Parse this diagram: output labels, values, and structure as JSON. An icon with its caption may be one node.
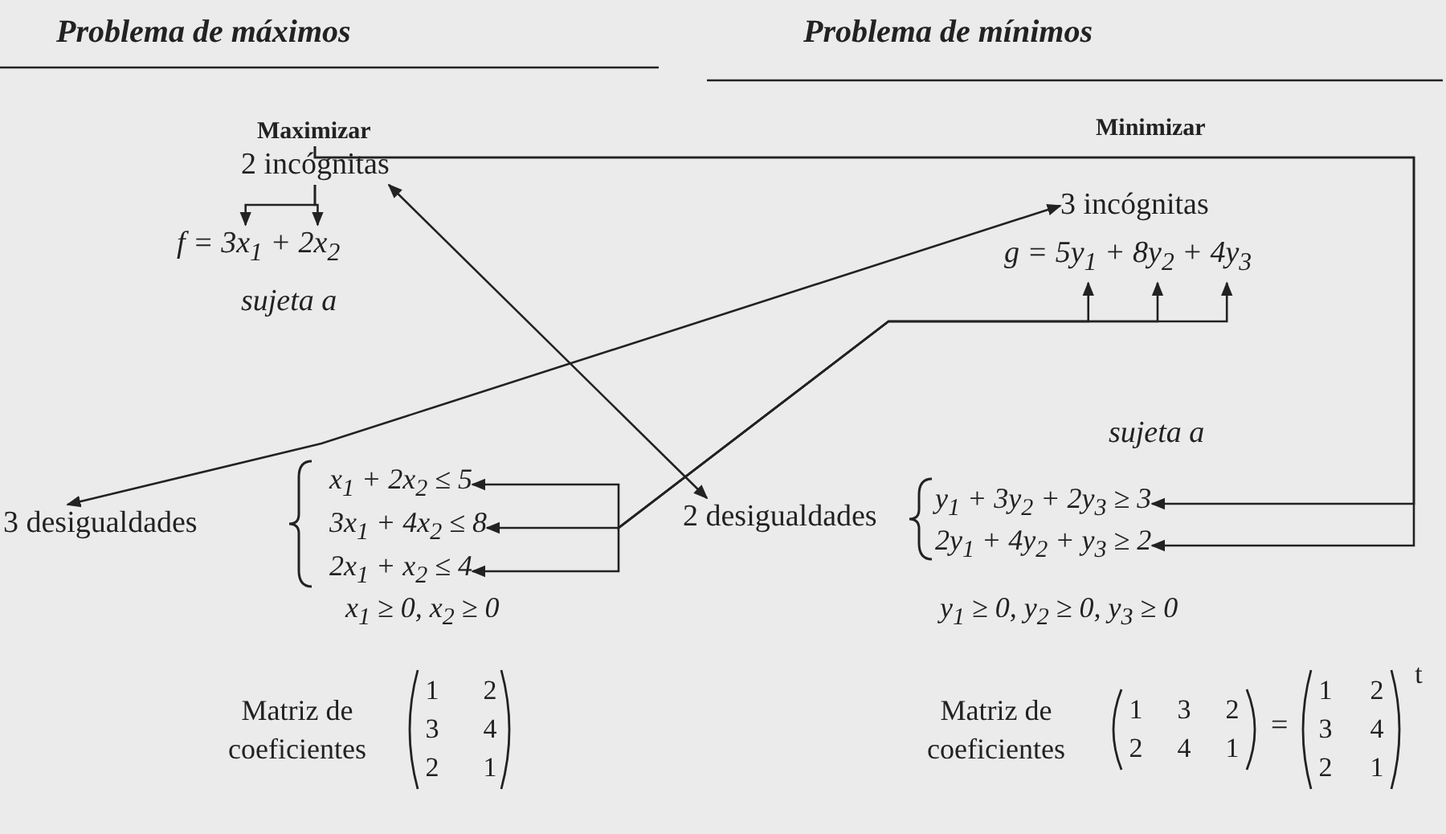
{
  "diagram": {
    "nodes": [
      {
        "text": [
          "2 incógnitas"
        ]
      },
      {
        "text": [
          "f = 3x$_{1}$ + 2x$_{2}$"
        ]
      },
      {
        "text": [
          "3 desigualdades"
        ]
      },
      {
        "text": [
          "x$_{1}$ + 2x$_{2}$ ≤ 5"
        ]
      },
      {
        "text": [
          "3x$_{1}$ + 4x$_{2}$ ≤ 8"
        ]
      },
      {
        "text": [
          "2x$_{1}$ + x$_{2}$ ≤ 4"
        ]
      },
      {
        "text": [
          "3 incógnitas"
        ]
      },
      {
        "text": [
          "g = 5y$_{1}$ + 8y$_{2}$ + 4y$_{3}$"
        ]
      },
      {
        "text": [
          "2 desigualdades"
        ]
      },
      {
        "text": [
          "y$_{1}$ + 3y$_{2}$ + 2y$_{3}$ ≥ 3"
        ]
      },
      {
        "text": [
          "2y$_{1}$ + 4y$_{2}$ + y$_{3}$ ≥ 2"
        ]
      }
    ],
    "edges": [
      {
        "from": 0,
        "to": 1,
        "arrow": "to"
      },
      {
        "from": 0,
        "to": 1,
        "arrow": "to"
      },
      {
        "from": 0,
        "to": 9,
        "arrow": "to"
      },
      {
        "from": 0,
        "to": 10,
        "arrow": "to"
      },
      {
        "from": 2,
        "to": 6,
        "arrow": "both"
      },
      {
        "from": 0,
        "to": 8,
        "arrow": "both"
      },
      {
        "from": 3,
        "to": 7,
        "arrow": "both"
      },
      {
        "from": 4,
        "to": 7,
        "arrow": "both"
      },
      {
        "from": 5,
        "to": 7,
        "arrow": "both"
      }
    ],
    "labels": [
      "Problema de máximos",
      "Problema de mínimos",
      "Maximizar",
      "Minimizar",
      "sujeta a",
      "sujeta a",
      "x$_{1}$ ≥ 0, x$_{2}$ ≥ 0",
      "y$_{1}$ ≥ 0, y$_{2}$ ≥ 0, y$_{3}$ ≥ 0",
      "Matriz de coeficientes",
      "1",
      "2",
      "3",
      "4",
      "2",
      "1",
      "Matriz de coeficientes",
      "1",
      "3",
      "2",
      "2",
      "4",
      "1",
      "=",
      "1",
      "2",
      "3",
      "4",
      "2",
      "1",
      "t"
    ]
  }
}
